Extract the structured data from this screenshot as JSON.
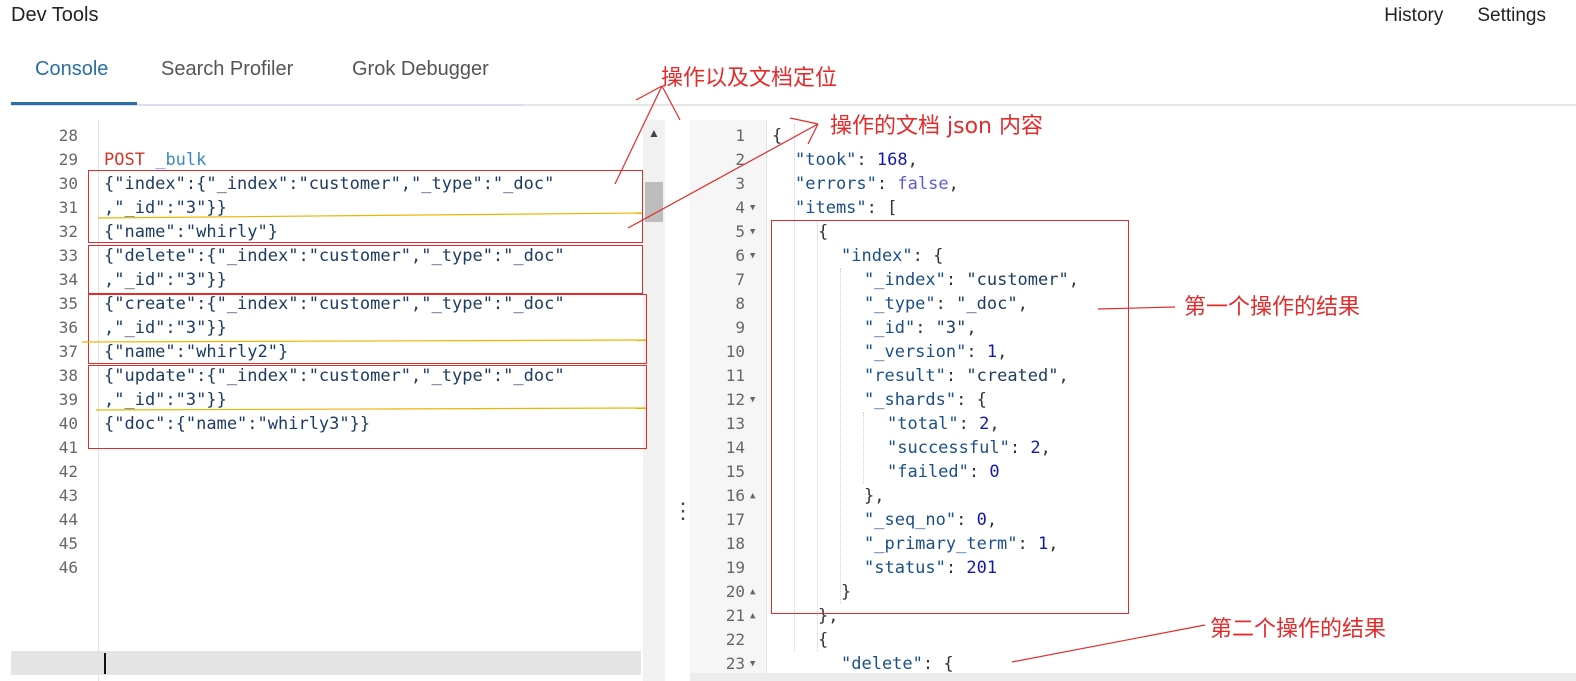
{
  "app": {
    "title": "Dev Tools"
  },
  "topnav": {
    "history": "History",
    "settings": "Settings"
  },
  "tabs": [
    {
      "label": "Console",
      "active": true
    },
    {
      "label": "Search Profiler",
      "active": false
    },
    {
      "label": "Grok Debugger",
      "active": false
    }
  ],
  "request": {
    "line_numbers": [
      "28",
      "29",
      "30",
      "31",
      "32",
      "33",
      "34",
      "35",
      "36",
      "37",
      "38",
      "39",
      "40",
      "41",
      "42",
      "43",
      "44",
      "45",
      "46"
    ],
    "method": "POST",
    "url": "_bulk",
    "lines": [
      "{\"index\":{\"_index\":\"customer\",\"_type\":\"_doc\"",
      ",\"_id\":\"3\"}}",
      "{\"name\":\"whirly\"}",
      "{\"delete\":{\"_index\":\"customer\",\"_type\":\"_doc\"",
      ",\"_id\":\"3\"}}",
      "{\"create\":{\"_index\":\"customer\",\"_type\":\"_doc\"",
      ",\"_id\":\"3\"}}",
      "{\"name\":\"whirly2\"}",
      "{\"update\":{\"_index\":\"customer\",\"_type\":\"_doc\"",
      ",\"_id\":\"3\"}}",
      "{\"doc\":{\"name\":\"whirly3\"}}"
    ]
  },
  "response": {
    "line_numbers": [
      "1",
      "2",
      "3",
      "4",
      "5",
      "6",
      "7",
      "8",
      "9",
      "10",
      "11",
      "12",
      "13",
      "14",
      "15",
      "16",
      "17",
      "18",
      "19",
      "20",
      "21",
      "22",
      "23"
    ],
    "lines": [
      {
        "indent": 0,
        "k": "",
        "v": "{"
      },
      {
        "indent": 1,
        "k": "\"took\"",
        "v": "168",
        "t": "num",
        "c": ","
      },
      {
        "indent": 1,
        "k": "\"errors\"",
        "v": "false",
        "t": "bool",
        "c": ","
      },
      {
        "indent": 1,
        "k": "\"items\"",
        "v": "[",
        "t": "plain",
        "c": ""
      },
      {
        "indent": 2,
        "k": "",
        "v": "{"
      },
      {
        "indent": 3,
        "k": "\"index\"",
        "v": "{",
        "t": "plain",
        "c": ""
      },
      {
        "indent": 4,
        "k": "\"_index\"",
        "v": "\"customer\"",
        "t": "str",
        "c": ","
      },
      {
        "indent": 4,
        "k": "\"_type\"",
        "v": "\"_doc\"",
        "t": "str",
        "c": ","
      },
      {
        "indent": 4,
        "k": "\"_id\"",
        "v": "\"3\"",
        "t": "str",
        "c": ","
      },
      {
        "indent": 4,
        "k": "\"_version\"",
        "v": "1",
        "t": "num",
        "c": ","
      },
      {
        "indent": 4,
        "k": "\"result\"",
        "v": "\"created\"",
        "t": "str",
        "c": ","
      },
      {
        "indent": 4,
        "k": "\"_shards\"",
        "v": "{",
        "t": "plain",
        "c": ""
      },
      {
        "indent": 5,
        "k": "\"total\"",
        "v": "2",
        "t": "num",
        "c": ","
      },
      {
        "indent": 5,
        "k": "\"successful\"",
        "v": "2",
        "t": "num",
        "c": ","
      },
      {
        "indent": 5,
        "k": "\"failed\"",
        "v": "0",
        "t": "num",
        "c": ""
      },
      {
        "indent": 4,
        "k": "",
        "v": "},"
      },
      {
        "indent": 4,
        "k": "\"_seq_no\"",
        "v": "0",
        "t": "num",
        "c": ","
      },
      {
        "indent": 4,
        "k": "\"_primary_term\"",
        "v": "1",
        "t": "num",
        "c": ","
      },
      {
        "indent": 4,
        "k": "\"status\"",
        "v": "201",
        "t": "num",
        "c": ""
      },
      {
        "indent": 3,
        "k": "",
        "v": "}"
      },
      {
        "indent": 2,
        "k": "",
        "v": "},"
      },
      {
        "indent": 2,
        "k": "",
        "v": "{"
      },
      {
        "indent": 3,
        "k": "\"delete\"",
        "v": "{",
        "t": "plain",
        "c": ""
      }
    ]
  },
  "annotations": {
    "op_location": "操作以及文档定位",
    "doc_json": "操作的文档 json 内容",
    "first_result": "第一个操作的结果",
    "second_result": "第二个操作的结果"
  },
  "colors": {
    "accent": "#2a6ea5",
    "annotation": "#e32b2b"
  }
}
